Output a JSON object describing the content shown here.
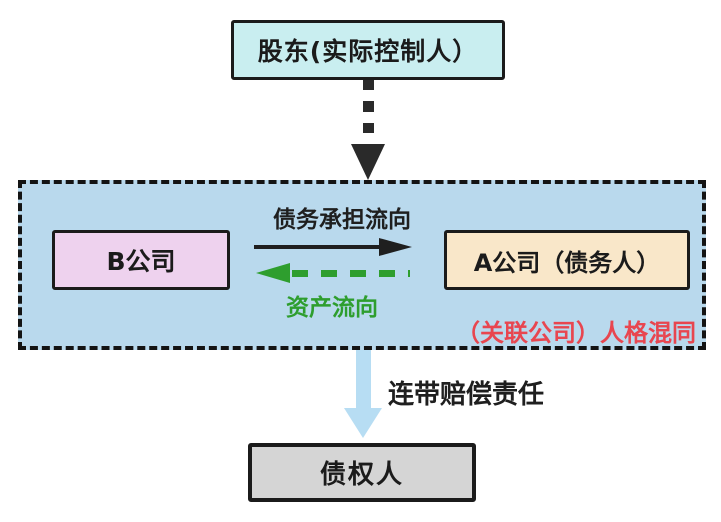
{
  "diagram": {
    "shareholder_box": {
      "label": "股东(实际控制人）"
    },
    "group_container": {
      "company_b": {
        "label": "B公司"
      },
      "company_a": {
        "label": "A公司（债务人）"
      },
      "debt_flow_label": "债务承担流向",
      "asset_flow_label": "资产流向",
      "confusion_note": "（关联公司）人格混同"
    },
    "liability_label": "连带赔偿责任",
    "creditor_box": {
      "label": "债权人"
    },
    "colors": {
      "shareholder_bg": "#c9eef0",
      "container_bg": "#b9d9ed",
      "company_b_bg": "#eed2ee",
      "company_a_bg": "#f9e7c9",
      "creditor_bg": "#d5d5d5",
      "note_red": "#e8464f",
      "flow_green": "#2e9e2e",
      "arrow_blue": "#b7ddf3",
      "line_black": "#1f1f1f"
    }
  }
}
